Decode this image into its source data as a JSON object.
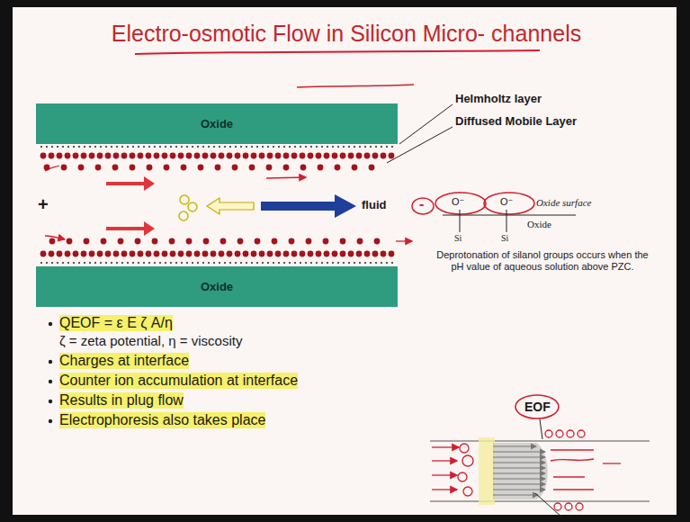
{
  "diagram": {
    "title": "Electro-osmotic Flow in Silicon Micro- channels",
    "nodes": [
      {
        "text": [
          "Oxide"
        ]
      },
      {
        "text": [
          "Oxide"
        ]
      }
    ],
    "edges": [],
    "labels": [
      "Helmholtz layer",
      "Diffused Mobile Layer",
      "+",
      "fluid",
      "O⁻",
      "O⁻",
      "Oxide surface",
      "Si",
      "Si",
      "Oxide",
      "Deprotonation of silanol groups occurs when the pH value of aqueous solution above PZC.",
      "QEOF = ε E ζ A/η",
      "ζ = zeta potential, η = viscosity",
      "Charges at interface",
      "Counter ion accumulation at interface",
      "Results in plug flow",
      "Electrophoresis also takes place",
      "EOF",
      "-"
    ]
  }
}
